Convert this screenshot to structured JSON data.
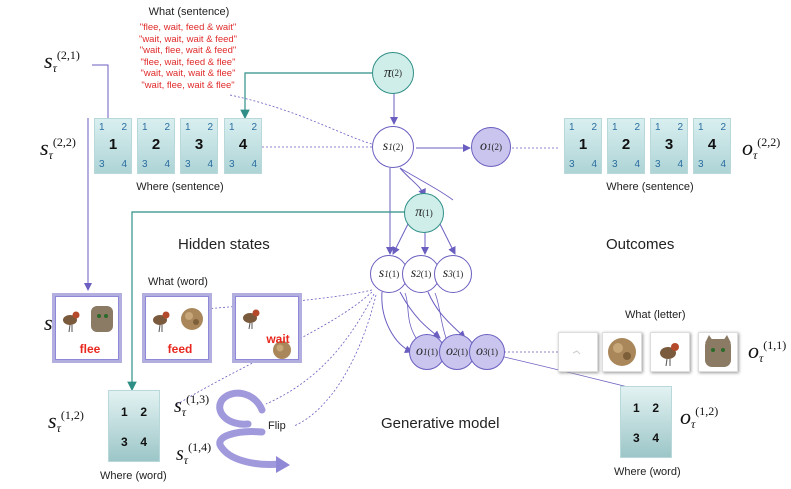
{
  "sentences": {
    "title": "What (sentence)",
    "lines": [
      "\"flee, wait, feed & wait\"",
      "\"wait, wait, wait & feed\"",
      "\"wait, flee, wait & feed\"",
      "\"flee, wait, feed & flee\"",
      "\"wait, wait, wait & flee\"",
      "\"wait, flee, wait & flee\""
    ]
  },
  "where_sentence": {
    "label": "Where (sentence)",
    "corner": [
      "1",
      "2",
      "3",
      "4"
    ],
    "mains": [
      "1",
      "2",
      "3",
      "4"
    ]
  },
  "where_sentence_out": {
    "label": "Where (sentence)",
    "corner": [
      "1",
      "2",
      "3",
      "4"
    ],
    "mains": [
      "1",
      "2",
      "3",
      "4"
    ]
  },
  "labels": {
    "hidden_states": "Hidden states",
    "outcomes": "Outcomes",
    "generative_model": "Generative model",
    "flip": "Flip",
    "what_word": "What (word)",
    "what_letter": "What (letter)",
    "where_word_left": "Where (word)",
    "where_word_right": "Where (word)"
  },
  "words": [
    "flee",
    "feed",
    "wait"
  ],
  "where_word": [
    "1",
    "2",
    "3",
    "4"
  ],
  "where_word_out": [
    "1",
    "2",
    "3",
    "4"
  ],
  "colors": {
    "teal": "#2f8f86",
    "lavender": "#6a5fc0",
    "red": "#e02a2a"
  }
}
